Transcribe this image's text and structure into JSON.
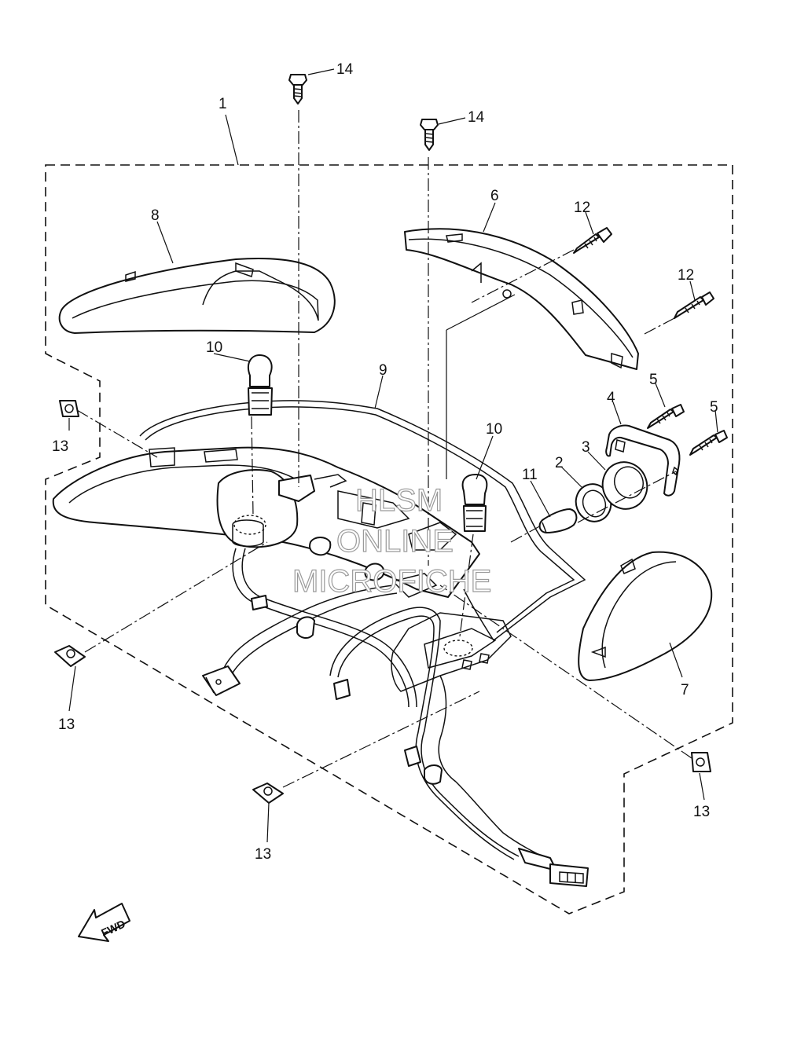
{
  "diagram": {
    "callouts": [
      {
        "id": "c1",
        "label": "1"
      },
      {
        "id": "c2",
        "label": "2"
      },
      {
        "id": "c3",
        "label": "3"
      },
      {
        "id": "c4",
        "label": "4"
      },
      {
        "id": "c5a",
        "label": "5"
      },
      {
        "id": "c5b",
        "label": "5"
      },
      {
        "id": "c6",
        "label": "6"
      },
      {
        "id": "c7",
        "label": "7"
      },
      {
        "id": "c8",
        "label": "8"
      },
      {
        "id": "c9",
        "label": "9"
      },
      {
        "id": "c10a",
        "label": "10"
      },
      {
        "id": "c10b",
        "label": "10"
      },
      {
        "id": "c11",
        "label": "11"
      },
      {
        "id": "c12a",
        "label": "12"
      },
      {
        "id": "c12b",
        "label": "12"
      },
      {
        "id": "c13a",
        "label": "13"
      },
      {
        "id": "c13b",
        "label": "13"
      },
      {
        "id": "c13c",
        "label": "13"
      },
      {
        "id": "c13d",
        "label": "13"
      },
      {
        "id": "c14a",
        "label": "14"
      },
      {
        "id": "c14b",
        "label": "14"
      }
    ],
    "fwd_label": "FWD",
    "watermark": [
      "HLSM",
      "ONLINE",
      "MICROFICHE"
    ]
  }
}
